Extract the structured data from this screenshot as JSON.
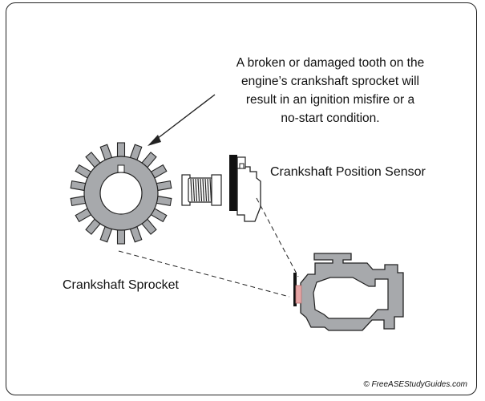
{
  "callout": {
    "text_lines": [
      "A broken or damaged tooth on the",
      "engine’s crankshaft sprocket will",
      "result in an ignition misfire or a",
      "no-start condition."
    ]
  },
  "labels": {
    "sensor": "Crankshaft Position Sensor",
    "sprocket": "Crankshaft Sprocket"
  },
  "credit": "© FreeASEStudyGuides.com",
  "colors": {
    "sprocket_fill": "#a7a9ac",
    "engine_fill": "#a7a9ac",
    "sensor_mount": "#111111",
    "highlight": "#e6a6a6",
    "line": "#222222"
  }
}
